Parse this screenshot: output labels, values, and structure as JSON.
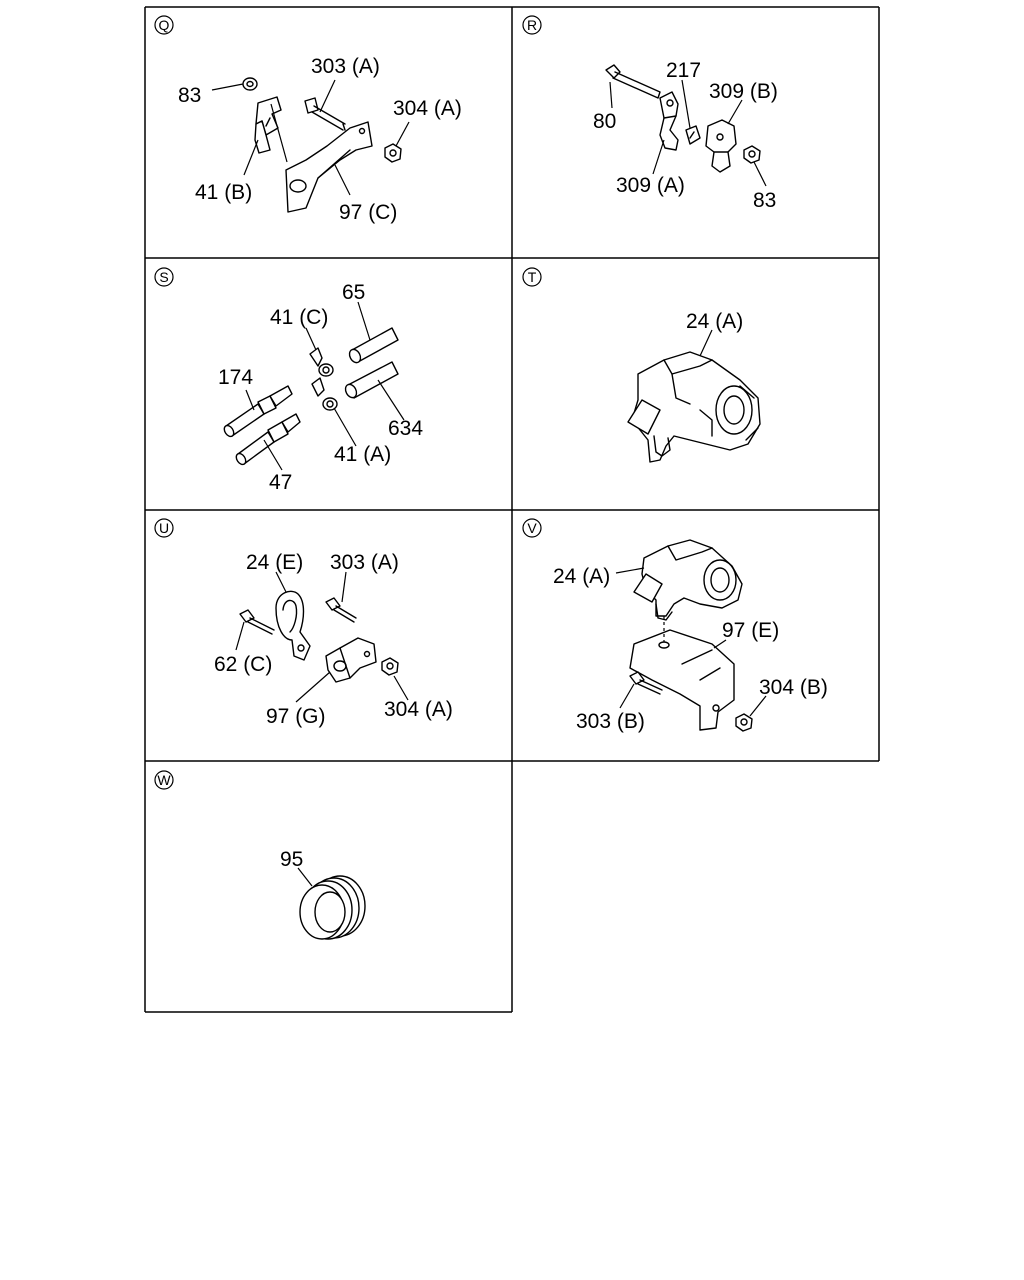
{
  "panels": {
    "Q": {
      "badge": "Q",
      "labels": {
        "l83": "83",
        "l303a": "303 (A)",
        "l304a": "304 (A)",
        "l41b": "41 (B)",
        "l97c": "97 (C)"
      }
    },
    "R": {
      "badge": "R",
      "labels": {
        "l217": "217",
        "l309b": "309 (B)",
        "l80": "80",
        "l309a": "309 (A)",
        "l83": "83"
      }
    },
    "S": {
      "badge": "S",
      "labels": {
        "l65": "65",
        "l41c": "41 (C)",
        "l174": "174",
        "l634": "634",
        "l41a": "41 (A)",
        "l47": "47"
      }
    },
    "T": {
      "badge": "T",
      "labels": {
        "l24a": "24 (A)"
      }
    },
    "U": {
      "badge": "U",
      "labels": {
        "l24e": "24 (E)",
        "l303a": "303 (A)",
        "l62c": "62 (C)",
        "l97g": "97 (G)",
        "l304a": "304 (A)"
      }
    },
    "V": {
      "badge": "V",
      "labels": {
        "l24a": "24 (A)",
        "l97e": "97 (E)",
        "l304b": "304 (B)",
        "l303b": "303 (B)"
      }
    },
    "W": {
      "badge": "W",
      "labels": {
        "l95": "95"
      }
    }
  }
}
